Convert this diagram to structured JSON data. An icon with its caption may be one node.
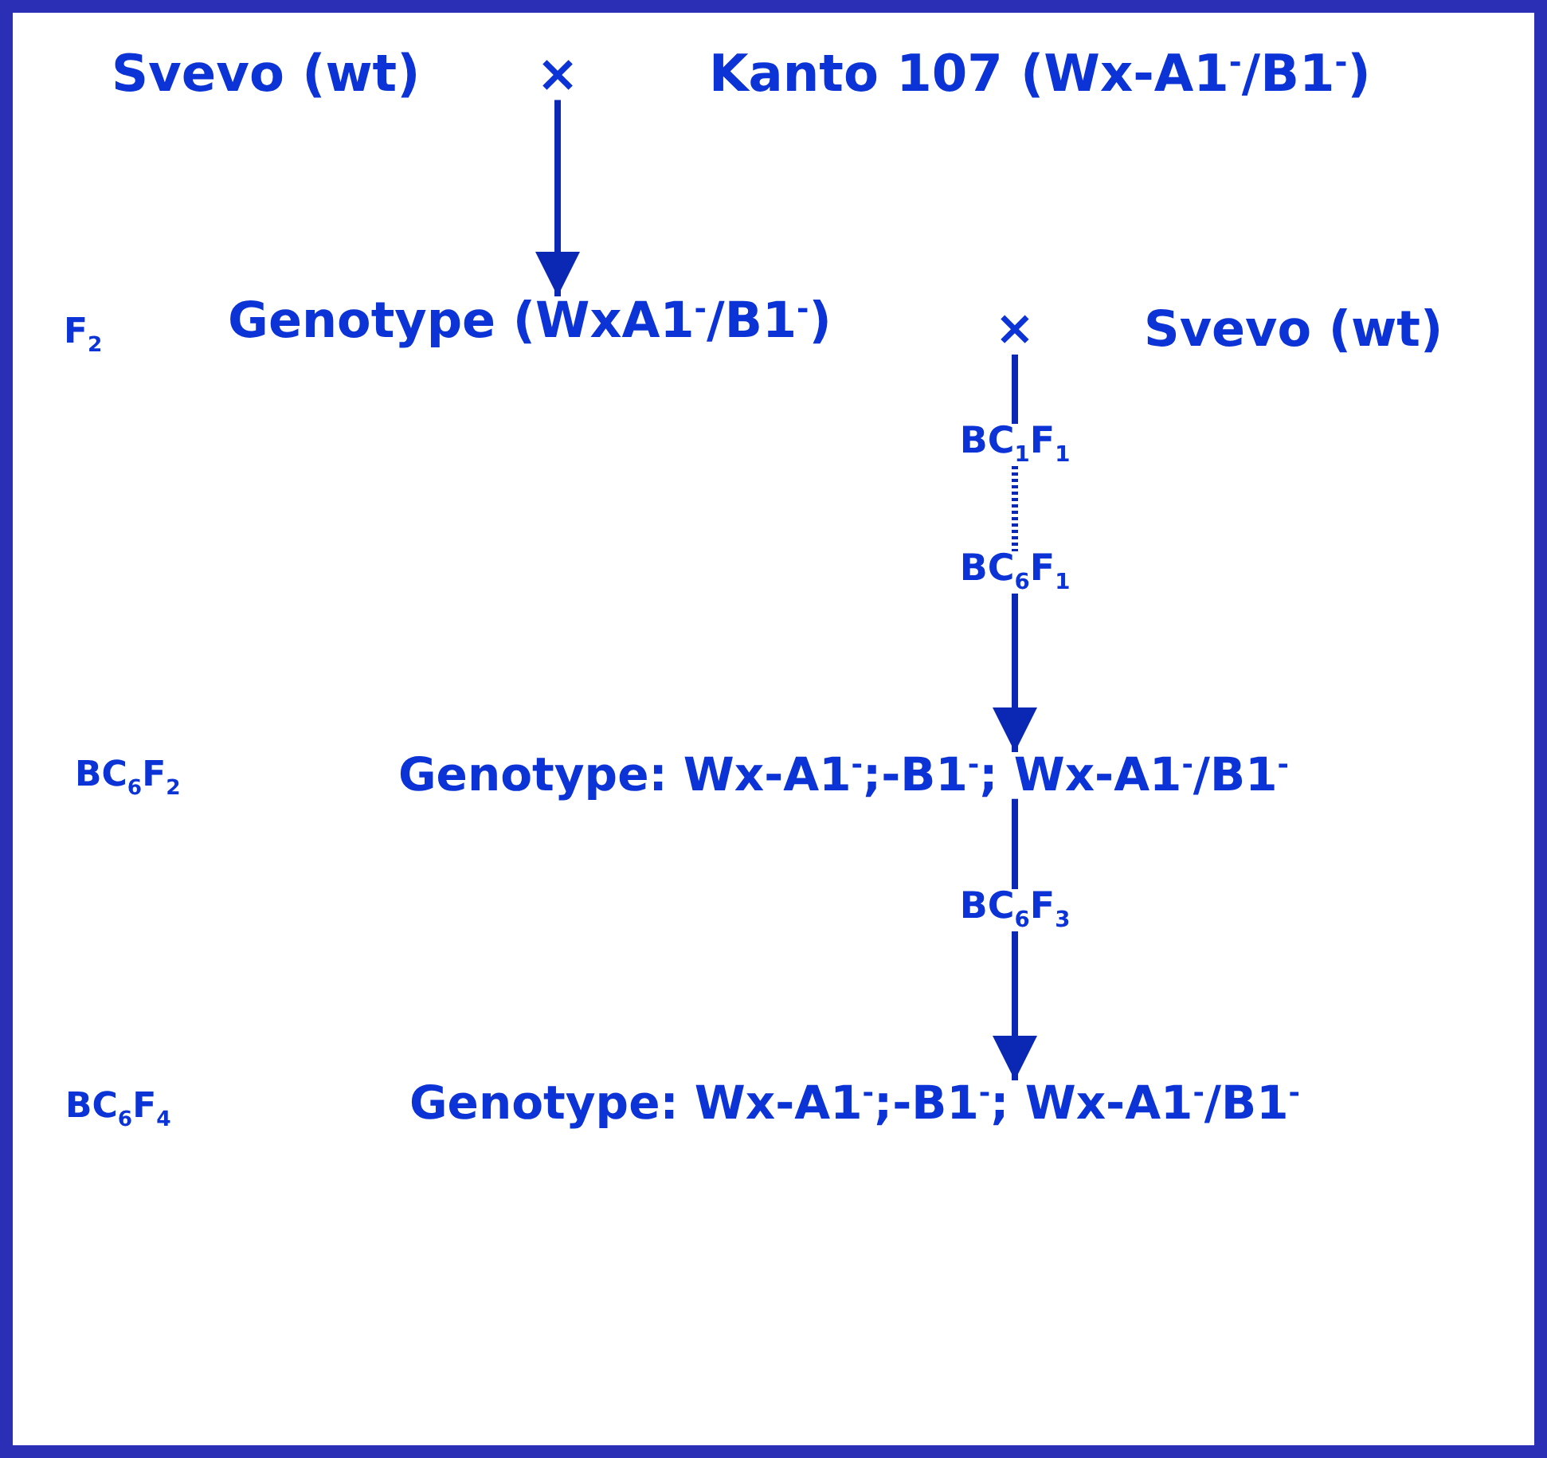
{
  "diagram": {
    "nodes": [
      {
        "text": [
          "Svevo (wt)"
        ]
      },
      {
        "text": [
          "×"
        ]
      },
      {
        "text": [
          "Kanto 107 (Wx-A1$^{-}$/B1$^{-}$)"
        ]
      },
      {
        "text": [
          "Genotype (WxA1$^{-}$/B1$^{-}$)"
        ]
      },
      {
        "text": [
          "×"
        ]
      },
      {
        "text": [
          "Svevo (wt)"
        ]
      },
      {
        "text": [
          "BC$_{1}$F$_{1}$"
        ]
      },
      {
        "text": [
          "BC$_{6}$F$_{1}$"
        ]
      },
      {
        "text": [
          "Genotype: Wx-A1$^{-}$;-B1$^{-}$; Wx-A1$^{-}$/B1$^{-}$"
        ]
      },
      {
        "text": [
          "BC$_{6}$F$_{3}$"
        ]
      },
      {
        "text": [
          "Genotype: Wx-A1$^{-}$;-B1$^{-}$; Wx-A1$^{-}$/B1$^{-}$"
        ]
      }
    ],
    "edges": [
      {
        "from": 1,
        "to": 3,
        "arrow": "to"
      },
      {
        "from": 4,
        "to": 6,
        "arrow": "none"
      },
      {
        "from": 6,
        "to": 7,
        "arrow": "none",
        "style": "dashed"
      },
      {
        "from": 7,
        "to": 8,
        "arrow": "to"
      },
      {
        "from": 8,
        "to": 9,
        "arrow": "none"
      },
      {
        "from": 9,
        "to": 10,
        "arrow": "to"
      }
    ],
    "labels": [
      "F$_{2}$",
      "BC$_{6}$F$_{2}$",
      "BC$_{6}$F$_{4}$"
    ]
  }
}
